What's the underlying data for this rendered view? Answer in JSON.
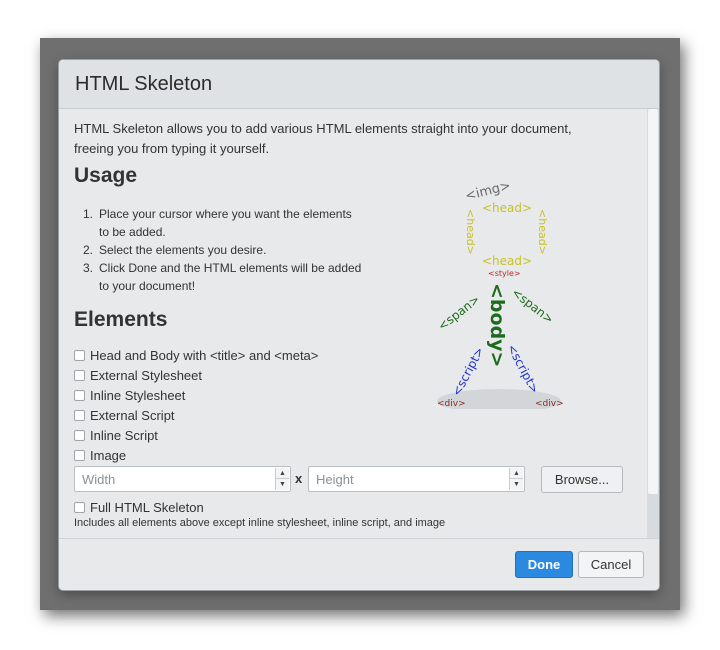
{
  "dialog": {
    "title": "HTML Skeleton",
    "intro": "HTML Skeleton allows you to add various HTML elements straight into your document, freeing you from typing it yourself.",
    "usage_heading": "Usage",
    "steps": [
      {
        "num": "1.",
        "text": "Place your cursor where you want the elements to be added."
      },
      {
        "num": "2.",
        "text": "Select the elements you desire."
      },
      {
        "num": "3.",
        "text": "Click Done and the HTML elements will be added to your document!"
      }
    ],
    "elements_heading": "Elements",
    "options": [
      "Head and Body with <title> and <meta>",
      "External Stylesheet",
      "Inline Stylesheet",
      "External Script",
      "Inline Script",
      "Image"
    ],
    "width_placeholder": "Width",
    "height_placeholder": "Height",
    "times": "x",
    "browse_label": "Browse...",
    "full_label": "Full HTML Skeleton",
    "full_note": "Includes all elements above except inline stylesheet, inline script, and image",
    "done_label": "Done",
    "cancel_label": "Cancel"
  },
  "illustration": {
    "img": "<img>",
    "head": "<head>",
    "style": "<style>",
    "body": "<body>",
    "span": "<span>",
    "script": "<script>",
    "div": "<div>"
  },
  "colors": {
    "accent": "#2b8ae0",
    "head": "#c9c02a",
    "body": "#1e6b1e",
    "script": "#2233cc",
    "style": "#c0282a",
    "img": "#6a6a6a",
    "div": "#8b2a2a"
  }
}
